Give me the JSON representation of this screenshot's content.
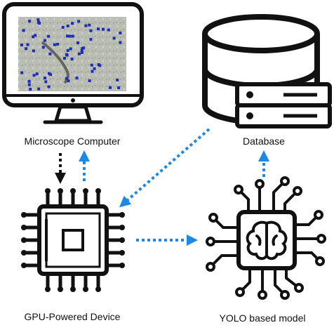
{
  "labels": {
    "microscope": "Microscope Computer",
    "database": "Database",
    "gpu": "GPU-Powered Device",
    "yolo": "YOLO based model"
  },
  "nodes": [
    {
      "id": "microscope-computer",
      "icon": "monitor-icon"
    },
    {
      "id": "database",
      "icon": "database-icon"
    },
    {
      "id": "gpu-powered-device",
      "icon": "processor-chip-icon"
    },
    {
      "id": "yolo-model",
      "icon": "brain-chip-icon"
    }
  ],
  "edges": [
    {
      "from": "microscope-computer",
      "to": "gpu-powered-device",
      "style": "dotted",
      "color": "#111111"
    },
    {
      "from": "gpu-powered-device",
      "to": "microscope-computer",
      "style": "dotted",
      "color": "#1e88e5"
    },
    {
      "from": "database",
      "to": "gpu-powered-device",
      "style": "dotted",
      "color": "#1e88e5"
    },
    {
      "from": "gpu-powered-device",
      "to": "yolo-model",
      "style": "dotted",
      "color": "#1e88e5"
    },
    {
      "from": "yolo-model",
      "to": "database",
      "style": "dotted",
      "color": "#1e88e5"
    }
  ],
  "colors": {
    "blue_arrow": "#1e88e5",
    "black_arrow": "#111111",
    "icon_stroke": "#111111",
    "box_label": "#1a2fb5"
  }
}
